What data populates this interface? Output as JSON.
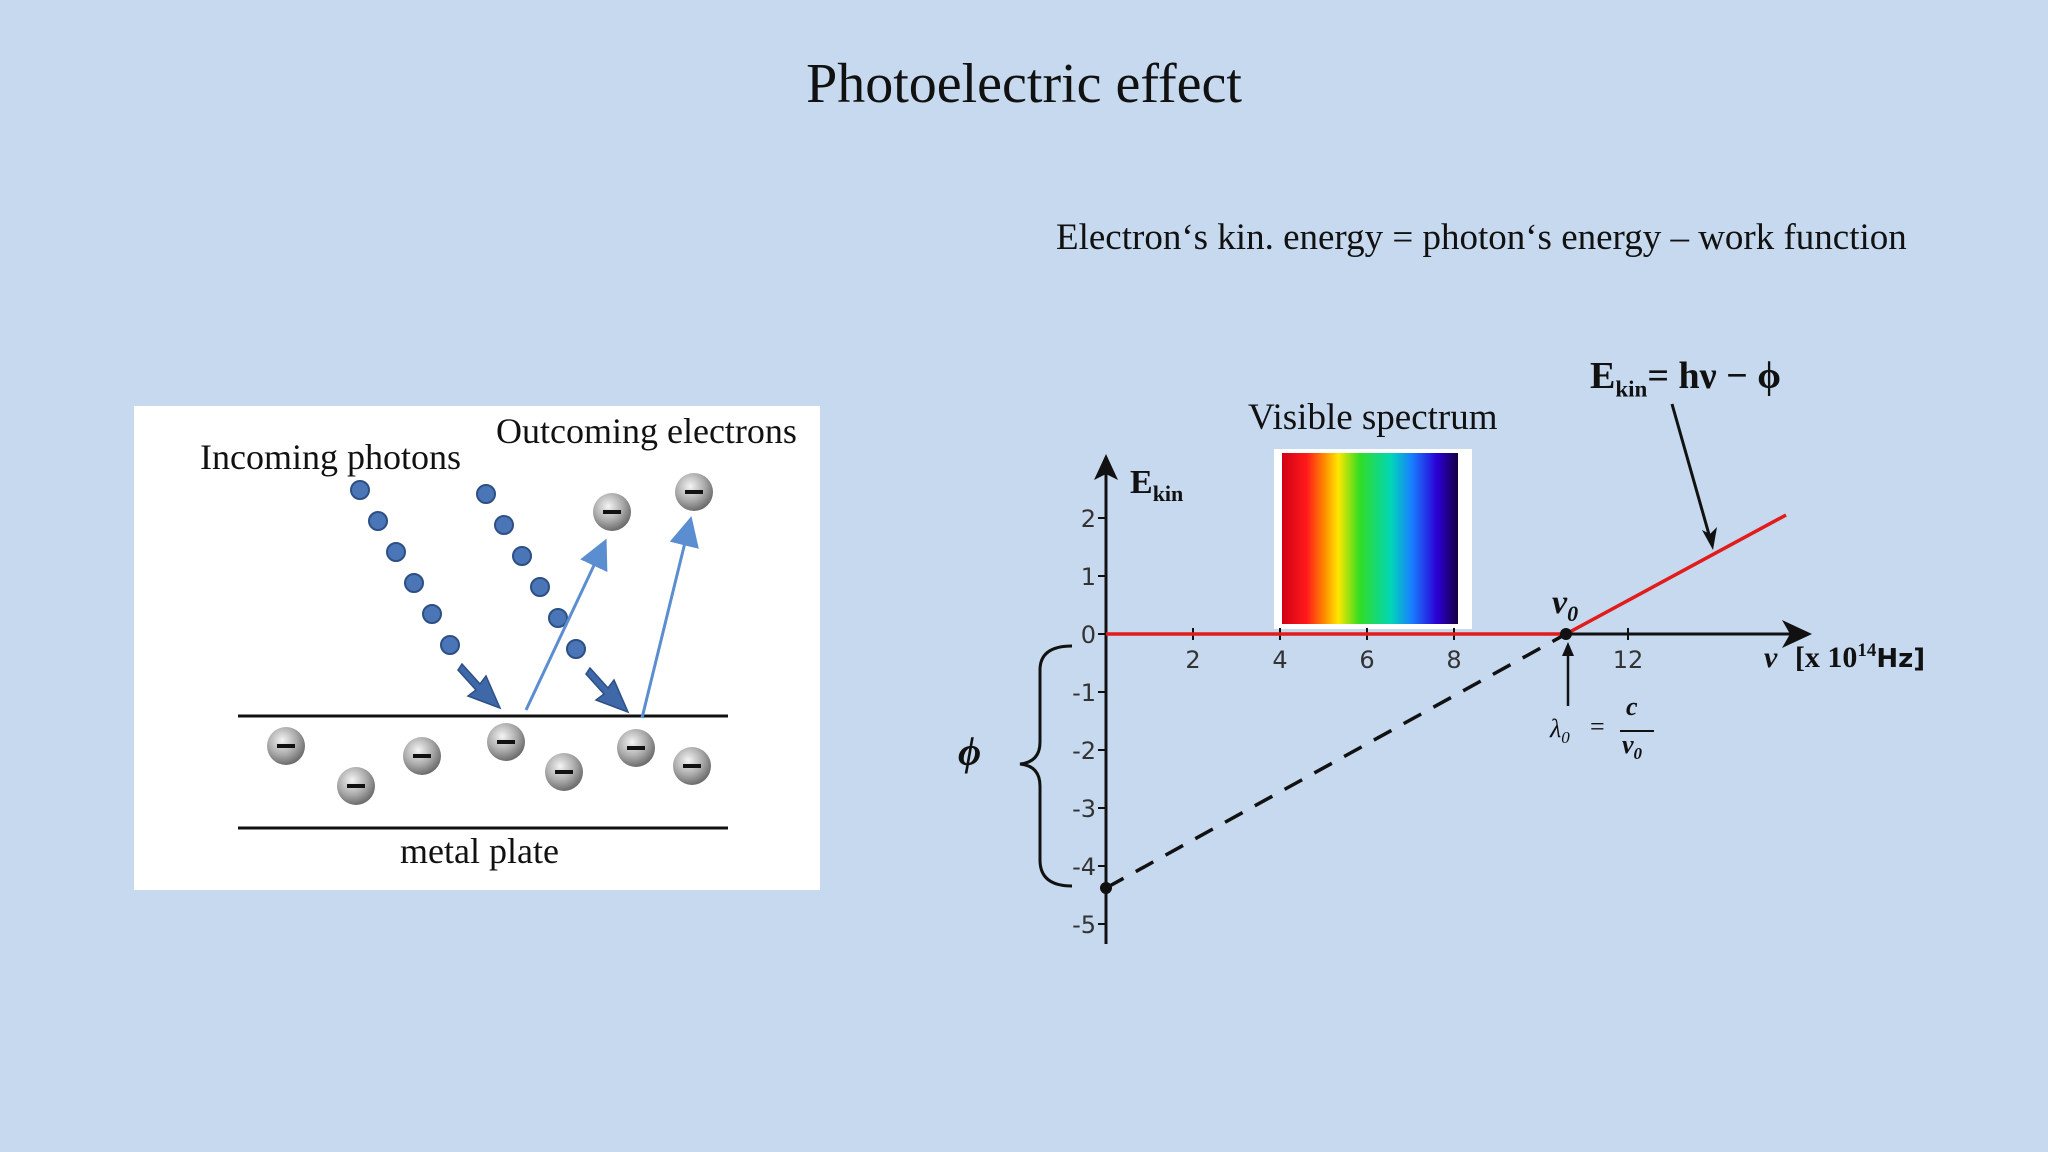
{
  "slide": {
    "title": "Photoelectric effect",
    "subtitle": "Electron‘s kin. energy = photon‘s energy – work function"
  },
  "illustration": {
    "incoming_label": "Incoming photons",
    "outgoing_label": "Outcoming electrons",
    "plate_label": "metal plate",
    "colors": {
      "photon": "#4a76b8",
      "arrow": "#5b8ed0",
      "electron": "#888888"
    }
  },
  "graph": {
    "y_label_main": "E",
    "y_label_sub": "kin",
    "x_label": "ν",
    "x_unit_main": "[x 10",
    "x_unit_sup": "14",
    "x_unit_end": "Hz]",
    "x_ticks": [
      "2",
      "4",
      "6",
      "8",
      "12"
    ],
    "y_ticks": [
      "2",
      "1",
      "0",
      "-1",
      "-2",
      "-3",
      "-4",
      "-5"
    ],
    "spectrum_label": "Visible spectrum",
    "nu0_label": "ν",
    "nu0_sub": "0",
    "lambda_label": "λ",
    "lambda_sub": "0",
    "lambda_eq": "=",
    "lambda_num": "c",
    "lambda_den": "ν",
    "lambda_den_sub": "0",
    "phi_label": "ϕ",
    "equation": {
      "lhs": "E",
      "lhs_sub": "kin",
      "rhs": "= hν − ϕ"
    },
    "colors": {
      "line": "#e21b1b",
      "axis": "#111111",
      "dashed": "#111111"
    }
  }
}
